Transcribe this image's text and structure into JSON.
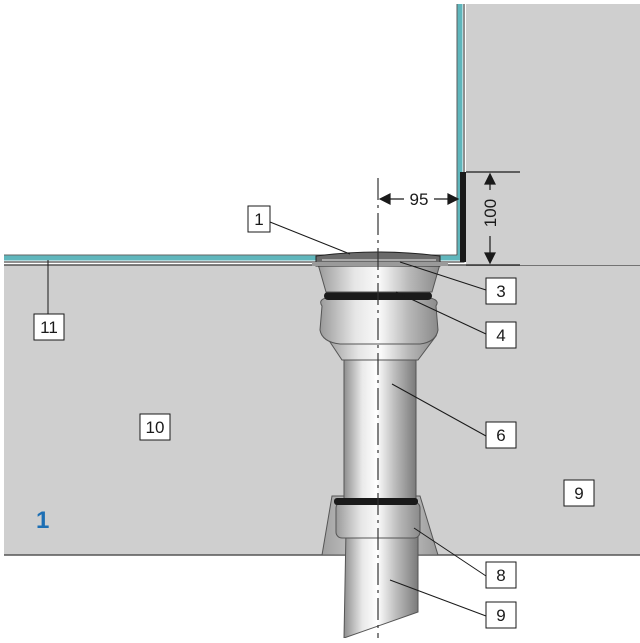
{
  "figure": {
    "figure_number": "1",
    "dimensions": {
      "horizontal": "95",
      "vertical": "100"
    },
    "callouts": [
      "1",
      "3",
      "4",
      "6",
      "8",
      "9",
      "9",
      "10",
      "11"
    ]
  },
  "colors": {
    "wall": "#cfcfcf",
    "membrane": "#5fb6bc",
    "figure_number": "#1d6fb4",
    "outline": "#1a1a1a"
  }
}
